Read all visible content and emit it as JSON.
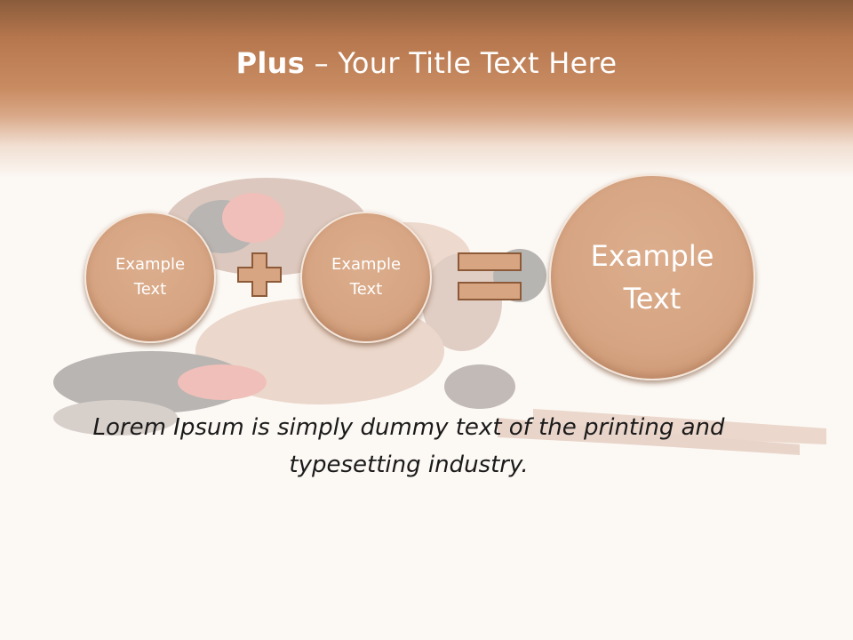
{
  "slide": {
    "title_bold": "Plus",
    "title_rest": " – Your Title Text Here",
    "circle_left_text": "Example Text",
    "circle_middle_text": "Example Text",
    "circle_right_text": "Example Text",
    "caption": "Lorem Ipsum is simply dummy text of the printing and typesetting industry."
  },
  "icons": {
    "plus": "plus-icon",
    "equals": "equals-icon"
  },
  "colors": {
    "header_dark": "#8a5c3c",
    "header_mid": "#c98c62",
    "circle_fill": "#d6a482",
    "operator_fill": "#d8a582",
    "operator_stroke": "#8c5a38",
    "background": "#fcf8f4"
  }
}
